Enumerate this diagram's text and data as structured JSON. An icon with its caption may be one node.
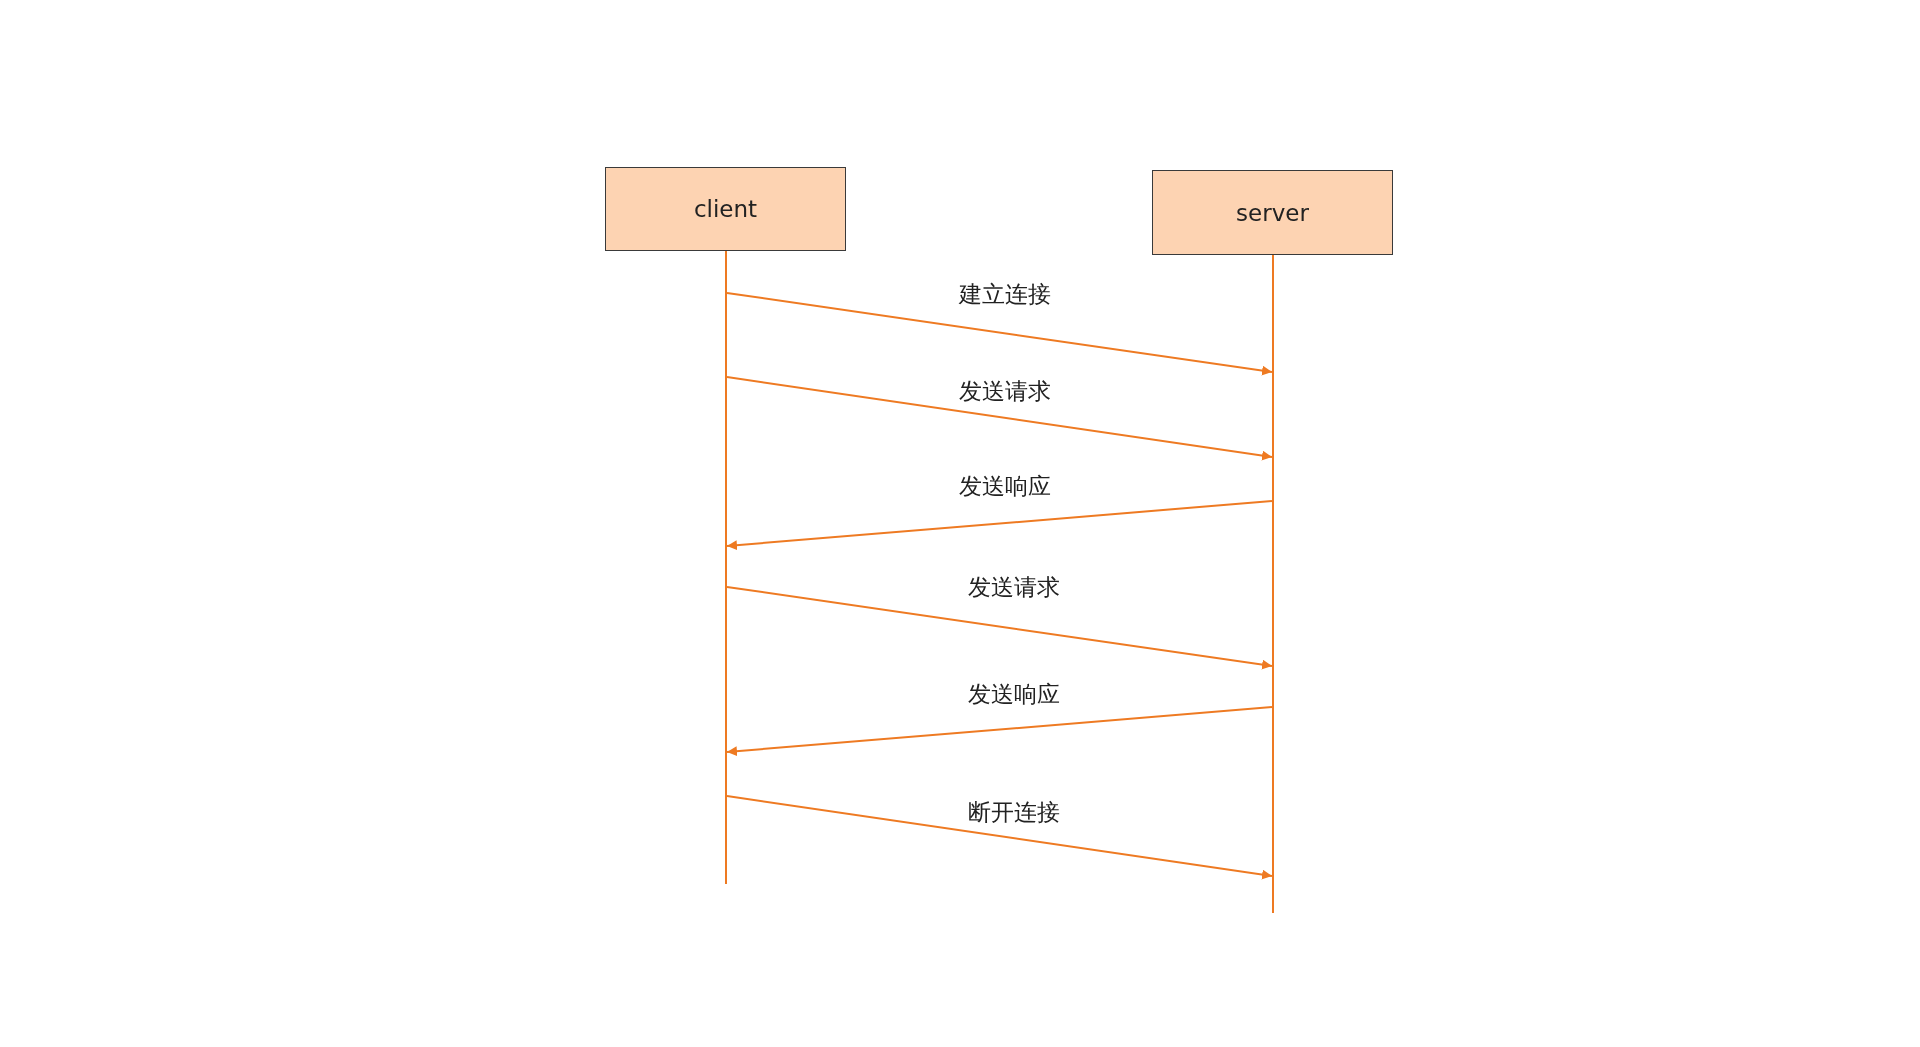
{
  "diagram": {
    "nodes": [
      {
        "text": [
          "client"
        ]
      },
      {
        "text": [
          "server"
        ]
      },
      {
        "text": [],
        "shape": "bar"
      },
      {
        "text": [],
        "shape": "bar"
      }
    ],
    "edges": [
      {
        "from": 2,
        "to": 3,
        "arrow": "to",
        "label": "建立连接"
      },
      {
        "from": 2,
        "to": 3,
        "arrow": "to",
        "label": "发送请求"
      },
      {
        "from": 3,
        "to": 2,
        "arrow": "to",
        "label": "发送响应"
      },
      {
        "from": 2,
        "to": 3,
        "arrow": "to",
        "label": "发送请求"
      },
      {
        "from": 3,
        "to": 2,
        "arrow": "to",
        "label": "发送响应"
      },
      {
        "from": 2,
        "to": 3,
        "arrow": "to",
        "label": "断开连接"
      }
    ]
  }
}
